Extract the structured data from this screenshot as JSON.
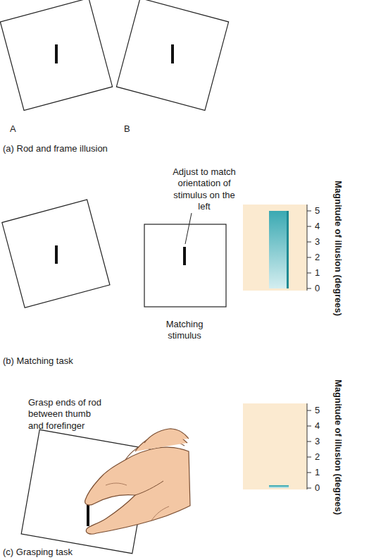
{
  "diagram": {
    "labels": [
      "A",
      "B",
      "(a) Rod and frame illusion",
      "Adjust to match orientation of stimulus on the left",
      "Matching stimulus",
      "(b) Matching task",
      "5",
      "4",
      "3",
      "2",
      "1",
      "0",
      "Magnitude of illusion (degrees)",
      "Grasp ends of rod between thumb and forefinger",
      "(c) Grasping task",
      "5",
      "4",
      "3",
      "2",
      "1",
      "0",
      "Magnitude of illusion (degrees)"
    ]
  }
}
